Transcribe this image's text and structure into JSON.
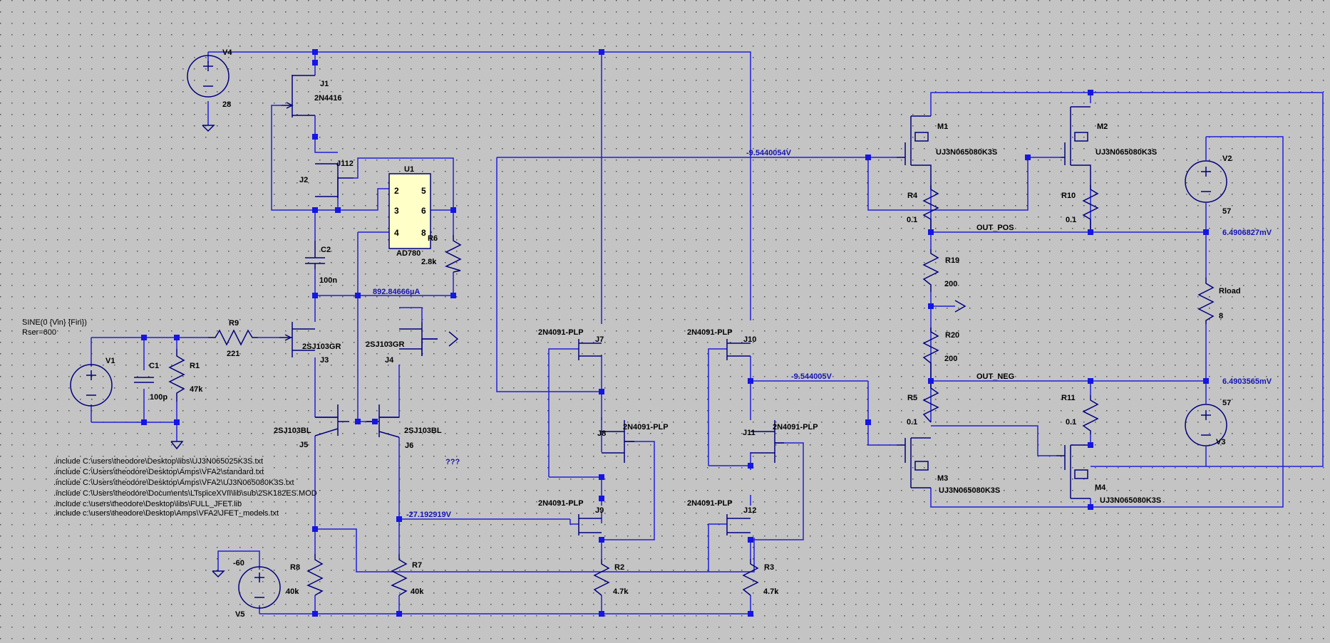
{
  "components": {
    "V4": {
      "name": "V4",
      "value": "28"
    },
    "V1": {
      "name": "V1",
      "spec": "SINE(0 {Vin} {Fin})",
      "rser": "Rser=600"
    },
    "V2": {
      "name": "V2",
      "value": "57"
    },
    "V3": {
      "name": "V3",
      "value": "57"
    },
    "V5": {
      "name": "V5",
      "value": "-60"
    },
    "J1": {
      "name": "J1",
      "model": "2N4416"
    },
    "J2": {
      "name": "J2",
      "model": "J112"
    },
    "J3": {
      "name": "J3",
      "model": "2SJ103GR"
    },
    "J4": {
      "name": "J4",
      "model": "2SJ103GR"
    },
    "J5": {
      "name": "J5",
      "model": "2SJ103BL"
    },
    "J6": {
      "name": "J6",
      "model": "2SJ103BL"
    },
    "J7": {
      "name": "J7",
      "model": "2N4091-PLP"
    },
    "J8": {
      "name": "J8",
      "model": "2N4091-PLP"
    },
    "J9": {
      "name": "J9",
      "model": "2N4091-PLP"
    },
    "J10": {
      "name": "J10",
      "model": "2N4091-PLP"
    },
    "J11": {
      "name": "J11",
      "model": "2N4091-PLP"
    },
    "J12": {
      "name": "J12",
      "model": "2N4091-PLP"
    },
    "U1": {
      "name": "U1",
      "model": "AD780",
      "pins": [
        "2",
        "3",
        "4",
        "5",
        "6",
        "8"
      ]
    },
    "C1": {
      "name": "C1",
      "value": "100p"
    },
    "C2": {
      "name": "C2",
      "value": "100n"
    },
    "R1": {
      "name": "R1",
      "value": "47k"
    },
    "R2": {
      "name": "R2",
      "value": "4.7k"
    },
    "R3": {
      "name": "R3",
      "value": "4.7k"
    },
    "R4": {
      "name": "R4",
      "value": "0.1"
    },
    "R5": {
      "name": "R5",
      "value": "0.1"
    },
    "R6": {
      "name": "R6",
      "value": "2.8k"
    },
    "R7": {
      "name": "R7",
      "value": "40k"
    },
    "R8": {
      "name": "R8",
      "value": "40k"
    },
    "R9": {
      "name": "R9",
      "value": "221"
    },
    "R10": {
      "name": "R10",
      "value": "0.1"
    },
    "R11": {
      "name": "R11",
      "value": "0.1"
    },
    "R19": {
      "name": "R19",
      "value": "200"
    },
    "R20": {
      "name": "R20",
      "value": "200"
    },
    "Rload": {
      "name": "Rload",
      "value": "8"
    },
    "M1": {
      "name": "M1",
      "model": "UJ3N065080K3S"
    },
    "M2": {
      "name": "M2",
      "model": "UJ3N065080K3S"
    },
    "M3": {
      "name": "M3",
      "model": "UJ3N065080K3S"
    },
    "M4": {
      "name": "M4",
      "model": "UJ3N065080K3S"
    }
  },
  "net_labels": {
    "out_pos": "OUT_POS",
    "out_neg": "OUT_NEG"
  },
  "probes": {
    "vgate_top": "-9.5440054V",
    "vgate_bottom": "-9.544005V",
    "i_r6": "892.84666µA",
    "v_outpos": "6.4906827mV",
    "v_outneg": "6.4903565mV",
    "v_j9": "-27.192919V",
    "unknown": "???"
  },
  "directives": [
    ".include C:\\users\\theodore\\Desktop\\libs\\UJ3N065025K3S.txt",
    ".include C:\\Users\\theodore\\Desktop\\Amps\\VFA2\\standard.txt",
    ".include C:\\Users\\theodore\\Desktop\\Amps\\VFA2\\UJ3N065080K3S.txt",
    ".include C:\\Users\\theodore\\Documents\\LTspiceXVII\\lib\\sub\\2SK182ES.MOD",
    ".include c:\\users\\theodore\\Desktop\\libs\\FULL_JFET.lib",
    ".include c:\\users\\theodore\\Desktop\\Amps\\VFA2\\JFET_models.txt"
  ],
  "colors": {
    "background": "#c4c4c4",
    "wire": "#1e1edc",
    "symbol": "#000080",
    "ic_fill": "#ffffc8",
    "probe_text": "#1414b4"
  }
}
